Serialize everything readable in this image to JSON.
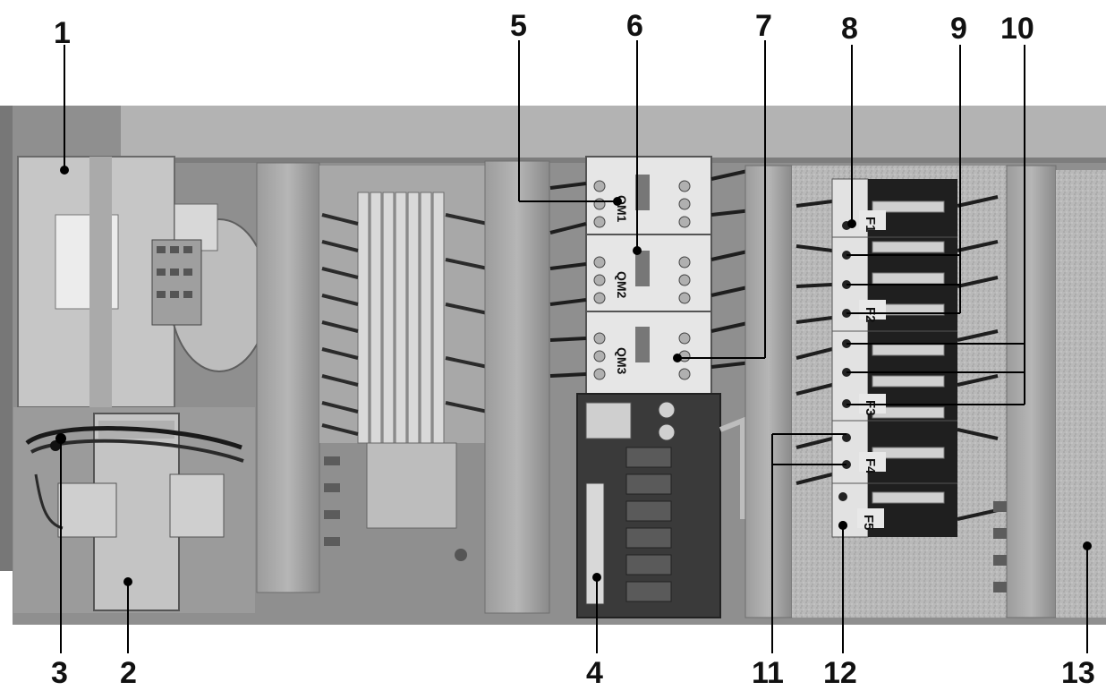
{
  "callouts": {
    "c1": "1",
    "c2": "2",
    "c3": "3",
    "c4": "4",
    "c5": "5",
    "c6": "6",
    "c7": "7",
    "c8": "8",
    "c9": "9",
    "c10": "10",
    "c11": "11",
    "c12": "12",
    "c13": "13"
  },
  "contactors": [
    "QM1",
    "QM2",
    "QM3"
  ],
  "breakers": [
    "F1",
    "F2",
    "F3",
    "F4",
    "F5"
  ]
}
